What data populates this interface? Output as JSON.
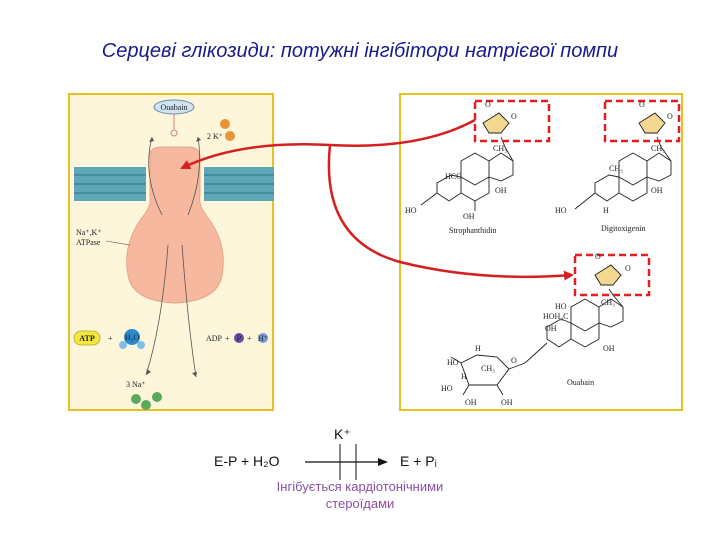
{
  "title": "Серцеві глікозиди: потужні інгібітори натрієвої помпи",
  "left_panel": {
    "ouabain_label": "Ouabain",
    "k_label": "2 K⁺",
    "pump_label_line1": "Na⁺,K⁺",
    "pump_label_line2": "ATPase",
    "atp_label": "ATP",
    "water_label": "H₂O",
    "adp_label": "ADP",
    "p_label": "P",
    "h_label": "H⁺",
    "na_label": "3 Na⁺",
    "plus": "+"
  },
  "right_panel": {
    "strophanthidin": {
      "name": "Strophanthidin",
      "hco": "HCO",
      "ho": "HO",
      "oh1": "OH",
      "oh2": "OH",
      "ch3": "CH₃",
      "o1": "O",
      "o2": "O"
    },
    "digitoxigenin": {
      "name": "Digitoxigenin",
      "ch3a": "CH₃",
      "ch3b": "CH₃",
      "ho": "HO",
      "oh": "OH",
      "h": "H",
      "o1": "O",
      "o2": "O"
    },
    "ouabain": {
      "name": "Ouabain",
      "ho1": "HO",
      "hoh2c": "HOH₂C",
      "oh1": "OH",
      "ch3": "CH₃",
      "oh2": "OH",
      "h1": "H",
      "ho2": "HO",
      "h2": "H",
      "oh3": "OH",
      "ho3": "HO",
      "oh4": "OH",
      "o1": "O",
      "o2": "O",
      "ch3b": "CH₃",
      "o3": "O"
    }
  },
  "equation": {
    "left": "E-P + H₂O",
    "right": "E + Pᵢ",
    "above": "K⁺"
  },
  "note_line1": "Інгібується кардіотонічними",
  "note_line2": "стероїдами",
  "colors": {
    "title": "#1a1a8c",
    "arrow": "#d42020",
    "panel_border": "#e8c020",
    "pump": "#f6b9a0",
    "note": "#8a4fa8",
    "dashed_box": "#e02020"
  }
}
